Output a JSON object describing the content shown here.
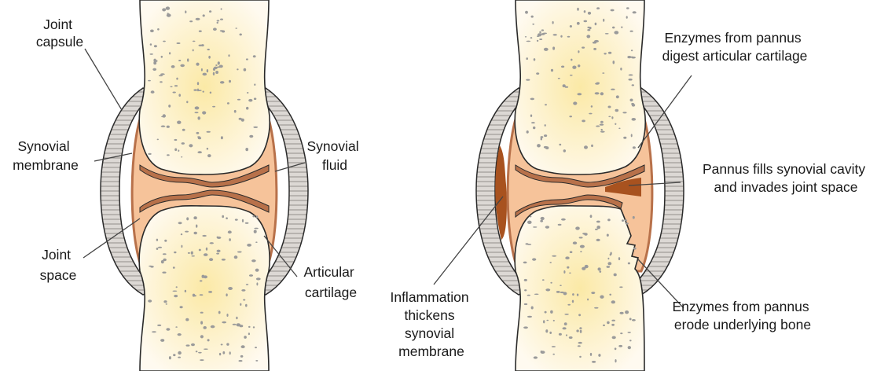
{
  "diagram": {
    "left_joint": {
      "labels": {
        "joint_capsule": [
          "Joint",
          "capsule"
        ],
        "synovial_membrane": [
          "Synovial",
          "membrane"
        ],
        "synovial_fluid": [
          "Synovial",
          "fluid"
        ],
        "joint_space": [
          "Joint",
          "space"
        ],
        "articular_cartilage": [
          "Articular",
          "cartilage"
        ]
      }
    },
    "right_joint": {
      "labels": {
        "enzymes_digest": [
          "Enzymes from pannus",
          "digest articular cartilage"
        ],
        "pannus_fills": [
          "Pannus fills synovial cavity",
          "and invades joint space"
        ],
        "enzymes_erode": [
          "Enzymes from pannus",
          "erode underlying bone"
        ],
        "inflammation": [
          "Inflammation",
          "thickens",
          "synovial",
          "membrane"
        ]
      }
    },
    "colors": {
      "bone_center": "#fbe9a6",
      "bone_edge": "#fffaf0",
      "synovial_fluid": "#f6c39a",
      "membrane": "#b8714a",
      "pannus": "#a8521f",
      "capsule_fill": "#d8d4d0",
      "outline": "#2a2a2a"
    }
  }
}
